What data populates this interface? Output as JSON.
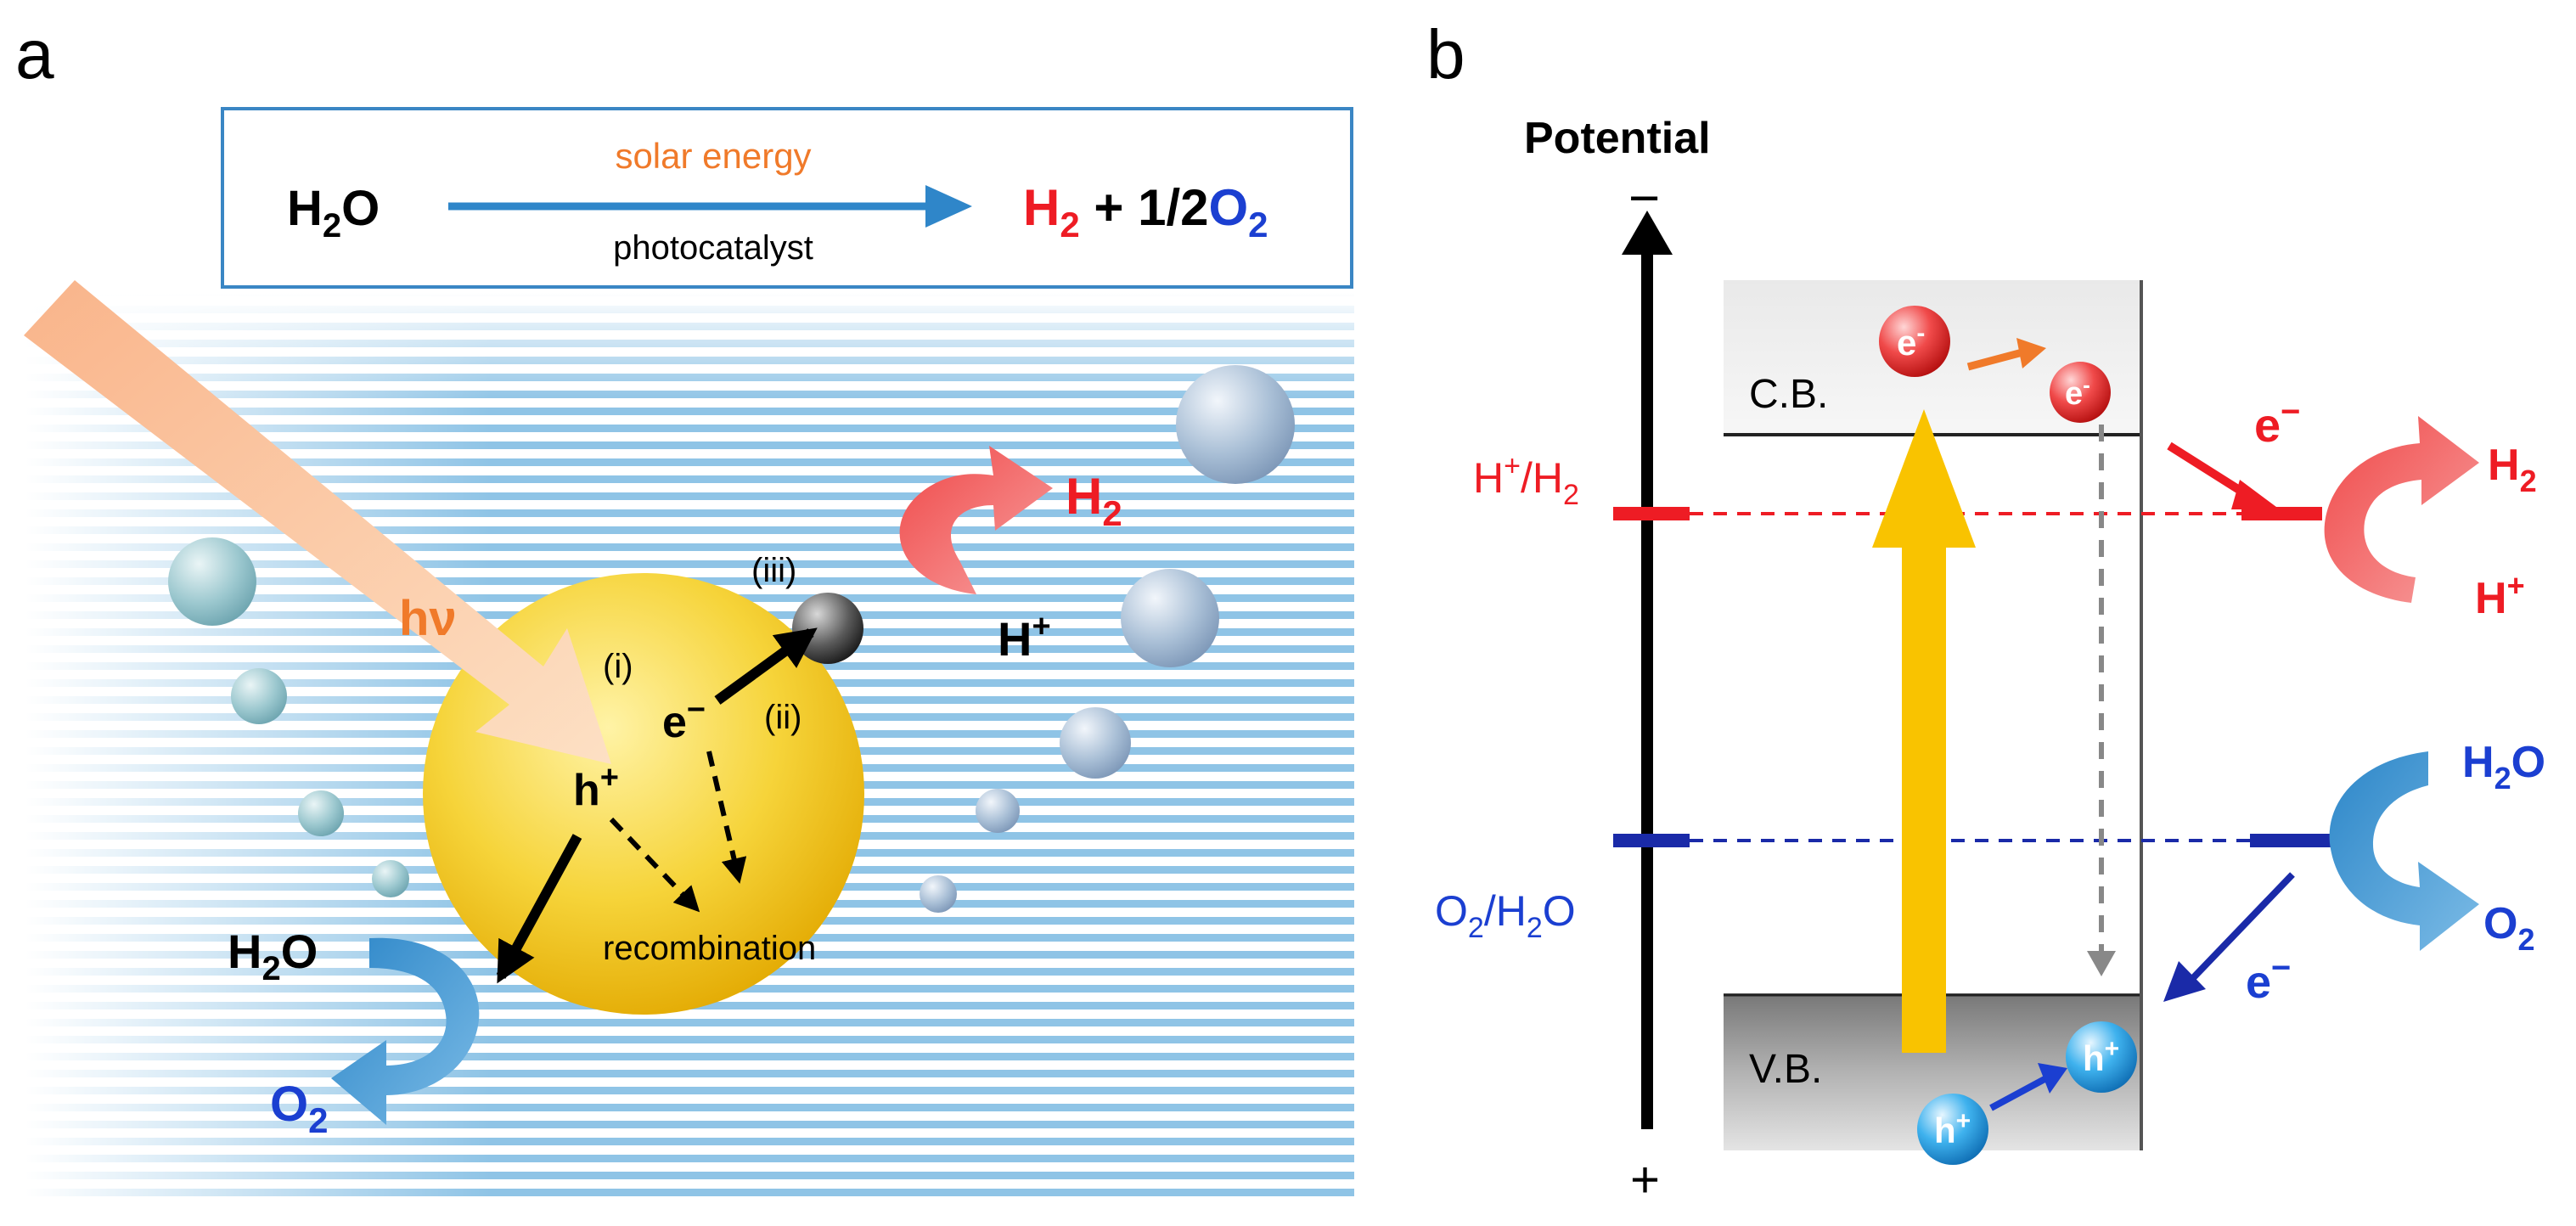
{
  "panel_a": {
    "panel_label": "a",
    "reaction_box": {
      "reactant": "H",
      "reactant_sub": "2",
      "reactant_tail": "O",
      "arrow_top_label": "solar energy",
      "arrow_bottom_label": "photocatalyst",
      "product_h": "H",
      "product_h_sub": "2",
      "product_mid": " + 1/2",
      "product_o": "O",
      "product_o_sub": "2"
    },
    "light_label": "hν",
    "step_i": "(i)",
    "step_ii": "(ii)",
    "step_iii": "(iii)",
    "electron": "e",
    "electron_sup": "−",
    "hole": "h",
    "hole_sup": "+",
    "recombination": "recombination",
    "h2_product": "H",
    "h2_product_sub": "2",
    "proton": "H",
    "proton_sup": "+",
    "water": "H",
    "water_sub": "2",
    "water_tail": "O",
    "o2_product": "O",
    "o2_product_sub": "2"
  },
  "panel_b": {
    "panel_label": "b",
    "axis_title": "Potential",
    "axis_minus": "−",
    "axis_plus": "+",
    "cb_label": "C.B.",
    "vb_label": "V.B.",
    "h_couple": "H",
    "h_couple_sup": "+",
    "h_couple_tail": "/H",
    "h_couple_sub": "2",
    "o_couple": "O",
    "o_couple_sub": "2",
    "o_couple_tail": "/H",
    "o_couple_sub2": "2",
    "o_couple_end": "O",
    "electron": "e",
    "electron_sup": "-",
    "hole": "h",
    "hole_sup": "+",
    "e_arrow": "e",
    "e_arrow_sup": "−",
    "h2": "H",
    "h2_sub": "2",
    "hplus": "H",
    "hplus_sup": "+",
    "h2o": "H",
    "h2o_sub": "2",
    "h2o_tail": "O",
    "o2": "O",
    "o2_sub": "2"
  },
  "colors": {
    "red": "#ee1c24",
    "blue": "#1b3fd1",
    "orange": "#f07a2a",
    "navy": "#1a2aa8",
    "yellow": "#f9c300",
    "arrow_blue": "#2f86c9"
  }
}
